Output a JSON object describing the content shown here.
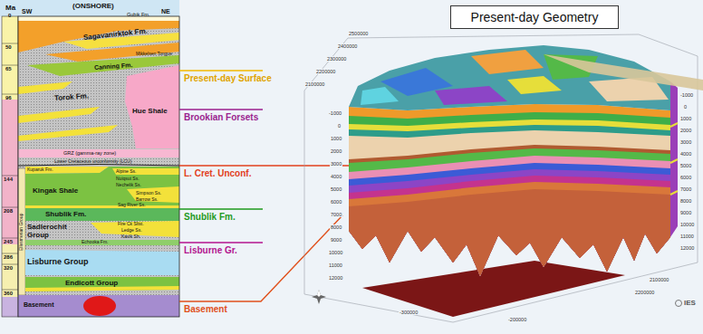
{
  "diagram": {
    "nodes": [
      {
        "text": [
          "Present-day Geometry"
        ]
      }
    ],
    "labels": [
      "Ma",
      "(ONSHORE)",
      "SW",
      "NE",
      "0",
      "50",
      "65",
      "96",
      "144",
      "208",
      "245",
      "286",
      "320",
      "360",
      "Gubik Fm.",
      "Sagavanirktok Fm.",
      "Mikkelsen Tongue",
      "Canning Fm.",
      "Torok Fm.",
      "Hue Shale",
      "GRZ (gamma-ray zone)",
      "Lower Cretaceous unconformity (LCU)",
      "Kuparuk Fm.",
      "Kingak Shale",
      "Alpine Ss.",
      "Nuiqsut Ss.",
      "Nechelik Ss.",
      "Simpson Ss.",
      "Barrow Ss.",
      "Sag River Ss.",
      "Shublik Fm.",
      "Fire Ck Sltst.",
      "Ledge Ss.",
      "Kavik Sh.",
      "Sadlerochit Group",
      "Echooka Fm.",
      "Lisburne Group",
      "Endicott Group",
      "Basement",
      "Ellesmerian Group",
      "Present-day Surface",
      "Brookian Forsets",
      "L. Cret. Unconf.",
      "Shublik Fm.",
      "Lisburne Gr.",
      "Basement",
      "-1000",
      "0",
      "1000",
      "2000",
      "3000",
      "4000",
      "5000",
      "6000",
      "7000",
      "8000",
      "9000",
      "10000",
      "11000",
      "12000",
      "2500000",
      "2400000",
      "2300000",
      "2200000",
      "2100000",
      "-1000",
      "0",
      "1000",
      "2000",
      "3000",
      "4000",
      "5000",
      "6000",
      "7000",
      "8000",
      "9000",
      "10000",
      "11000",
      "12000",
      "-300000",
      "-200000",
      "2200000",
      "2100000",
      "IES"
    ]
  }
}
